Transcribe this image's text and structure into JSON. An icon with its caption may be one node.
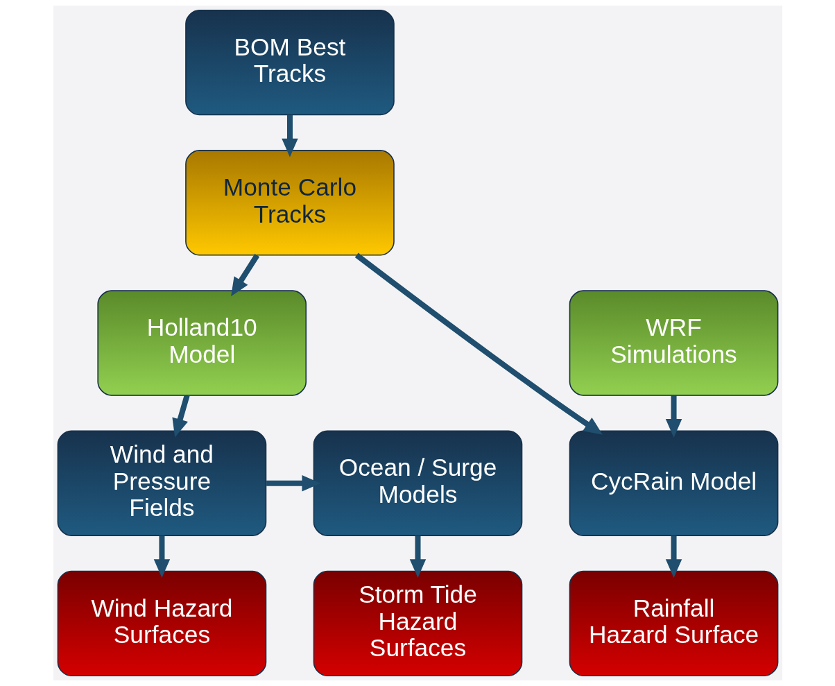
{
  "diagram": {
    "nodes": [
      {
        "text": [
          "BOM Best Tracks"
        ]
      },
      {
        "text": [
          "Monte Carlo Tracks"
        ]
      },
      {
        "text": [
          "Holland10 Model"
        ]
      },
      {
        "text": [
          "WRF Simulations"
        ]
      },
      {
        "text": [
          "Wind and Pressure Fields"
        ]
      },
      {
        "text": [
          "Ocean / Surge Models"
        ]
      },
      {
        "text": [
          "CycRain Model"
        ]
      },
      {
        "text": [
          "Wind Hazard Surfaces"
        ]
      },
      {
        "text": [
          "Storm Tide Hazard Surfaces"
        ]
      },
      {
        "text": [
          "Rainfall Hazard Surface"
        ]
      }
    ],
    "edges": [
      {
        "from": 0,
        "to": 1,
        "arrow": "to"
      },
      {
        "from": 1,
        "to": 2,
        "arrow": "to"
      },
      {
        "from": 1,
        "to": 6,
        "arrow": "to"
      },
      {
        "from": 2,
        "to": 4,
        "arrow": "to"
      },
      {
        "from": 3,
        "to": 6,
        "arrow": "to"
      },
      {
        "from": 4,
        "to": 5,
        "arrow": "to"
      },
      {
        "from": 4,
        "to": 7,
        "arrow": "to"
      },
      {
        "from": 5,
        "to": 8,
        "arrow": "to"
      },
      {
        "from": 6,
        "to": 9,
        "arrow": "to"
      }
    ]
  }
}
